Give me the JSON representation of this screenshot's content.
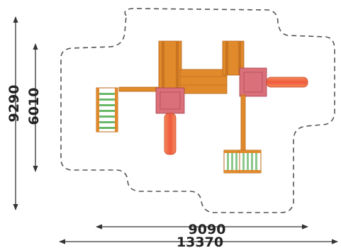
{
  "dimensions": {
    "outer_height": "9290",
    "inner_height": "6010",
    "inner_width": "9090",
    "outer_width": "13370"
  },
  "colors": {
    "wood": "#e08a2c",
    "wood_dark": "#b8641a",
    "deck": "#d87a2a",
    "roof_panel": "#d9707a",
    "slide": "#f05a3c",
    "ladder_green": "#8cc88c",
    "boundary": "#555555",
    "dim_line": "#333333"
  }
}
